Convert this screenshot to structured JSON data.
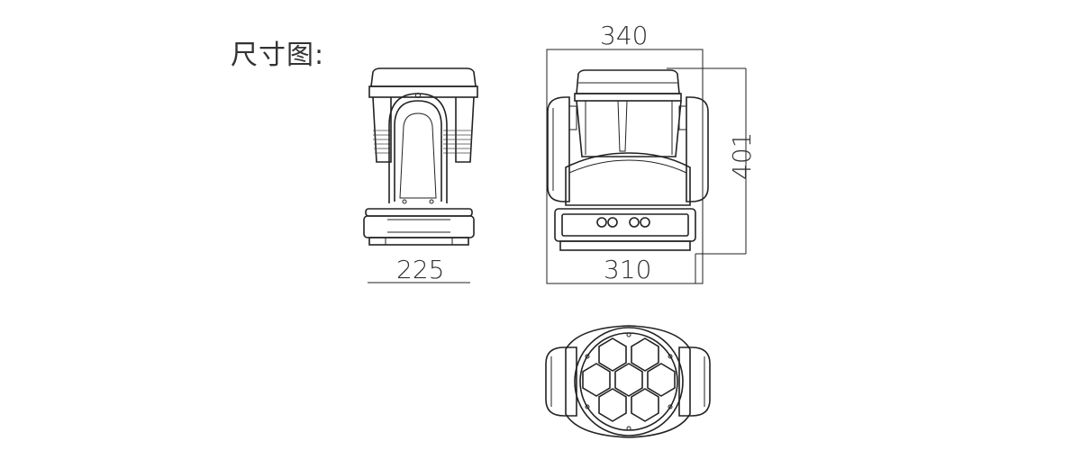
{
  "title": "尺寸图:",
  "dimensions": {
    "top_width": "340",
    "right_height": "401",
    "bottom_width": "310",
    "side_width": "225"
  }
}
